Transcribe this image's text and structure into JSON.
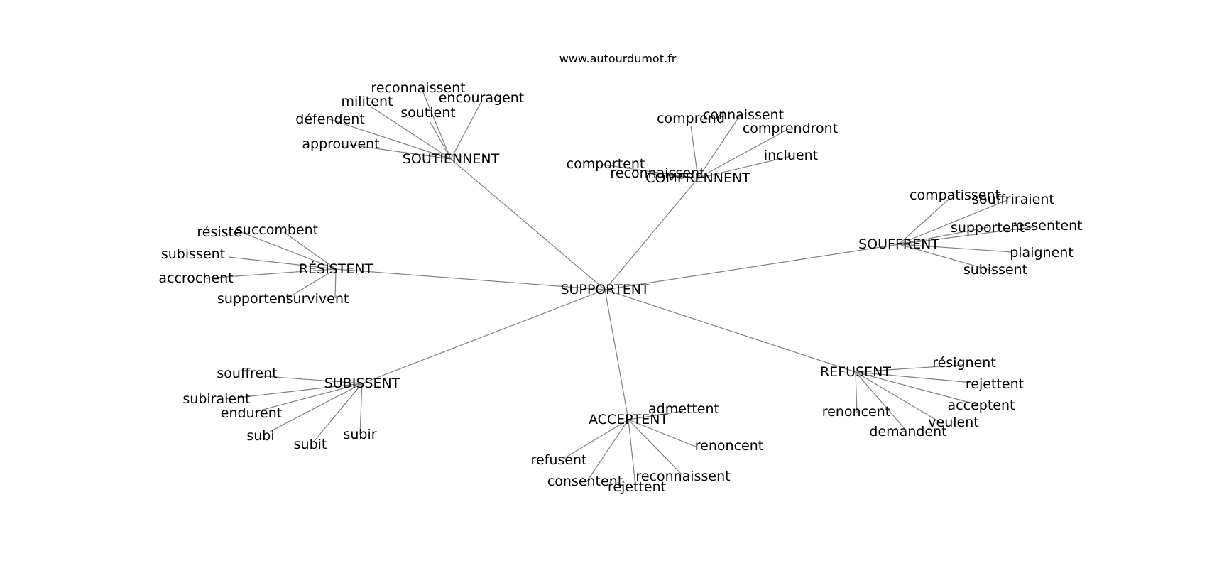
{
  "site": "www.autourdumot.fr",
  "root": "SUPPORTENT",
  "clusters": [
    {
      "label": "SOUTIENNENT",
      "leaves": [
        "reconnaissent",
        "encouragent",
        "militent",
        "soutient",
        "défendent",
        "approuvent"
      ]
    },
    {
      "label": "COMPRENNENT",
      "leaves": [
        "comprend",
        "connaissent",
        "comprendront",
        "incluent",
        "comportent",
        "reconnaissent"
      ]
    },
    {
      "label": "SOUFFRENT",
      "leaves": [
        "compatissent",
        "souffriraient",
        "supportent",
        "ressentent",
        "plaignent",
        "subissent"
      ]
    },
    {
      "label": "RÉSISTENT",
      "leaves": [
        "résiste",
        "succombent",
        "subissent",
        "accrochent",
        "supportent",
        "survivent"
      ]
    },
    {
      "label": "SUBISSENT",
      "leaves": [
        "souffrent",
        "subiraient",
        "endurent",
        "subi",
        "subit",
        "subir"
      ]
    },
    {
      "label": "ACCEPTENT",
      "leaves": [
        "admettent",
        "renoncent",
        "refusent",
        "consentent",
        "rejettent",
        "reconnaissent"
      ]
    },
    {
      "label": "REFUSENT",
      "leaves": [
        "résignent",
        "rejettent",
        "acceptent",
        "veulent",
        "demandent",
        "renoncent"
      ]
    }
  ]
}
